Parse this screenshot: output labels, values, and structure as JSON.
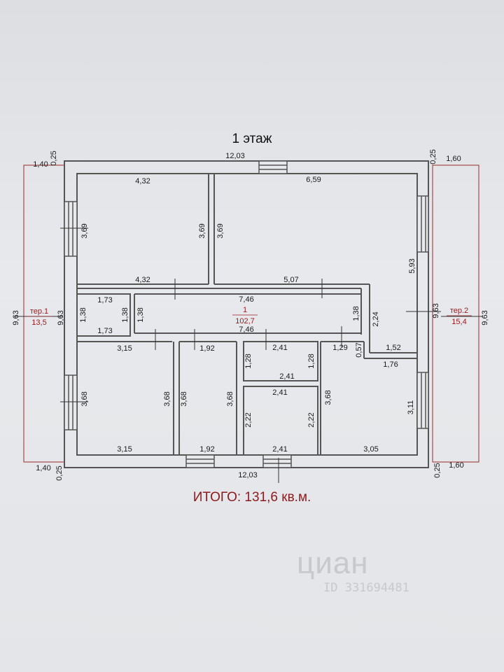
{
  "title": "1 этаж",
  "total": "ИТОГО: 131,6 кв.м.",
  "watermark": {
    "brand": "циан",
    "id": "ID 331694481"
  },
  "terraces": [
    {
      "label": "тер.1",
      "area": "13,5"
    },
    {
      "label": "тер.2",
      "area": "15,4"
    }
  ],
  "main_room": {
    "number": "1",
    "area": "102,7"
  },
  "dimensions": {
    "overall_top": "12,03",
    "overall_bottom": "12,03",
    "overall_height_left": "9,63",
    "overall_height_right": "9,63",
    "ter1_width_top": "1,40",
    "ter1_width_bottom": "1,40",
    "ter2_width_top": "1,60",
    "ter2_width_bottom": "1,60",
    "wall_tl": "0,25",
    "wall_tr": "0,25",
    "wall_bl": "0,25",
    "wall_br": "0,25",
    "inner_height_left": "9,63",
    "inner_height_right": "9,63",
    "room_tl_top": "4,32",
    "room_tl_bottom": "4,32",
    "room_tl_left": "3,69",
    "room_tl_right": "3,69",
    "room_tr_top": "6,59",
    "room_tr_left": "3,69",
    "room_tr_right": "5,93",
    "room_tr_bottom": "5,07",
    "small_top": "1,73",
    "small_bottom": "1,73",
    "small_left": "1,38",
    "small_right": "1,38",
    "hall_top": "7,46",
    "hall_bottom": "7,46",
    "hall_left": "1,38",
    "hall_right": "1,38",
    "step_224": "2,24",
    "step_152": "1,52",
    "step_176": "1,76",
    "step_057": "0,57",
    "step_129": "1,29",
    "room_bl_top": "3,15",
    "room_bl_bottom": "3,15",
    "room_bl_left": "3,68",
    "room_bl_right": "3,68",
    "room_b2_top": "1,92",
    "room_b2_bottom": "1,92",
    "room_b2_left": "3,68",
    "room_b2_right": "3,68",
    "bath_top": "2,41",
    "bath_bottom": "2,41",
    "bath_left": "1,28",
    "bath_right": "1,28",
    "wc_top": "2,41",
    "wc_bottom": "2,41",
    "wc_left": "2,22",
    "wc_right": "2,22",
    "room_br_bottom": "3,05",
    "room_br_left": "3,68",
    "room_br_right": "3,11"
  },
  "colors": {
    "wall": "#555555",
    "terrace": "#9b2a2a",
    "accent_text": "#9b1c21"
  }
}
